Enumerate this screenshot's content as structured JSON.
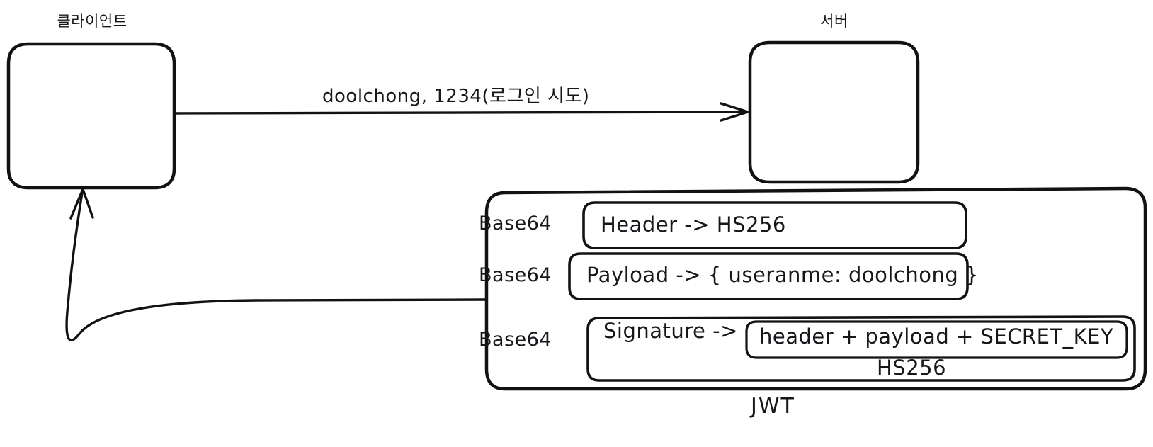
{
  "diagram": {
    "caption": "JWT",
    "nodes": {
      "client": {
        "title": "클라이언트"
      },
      "server": {
        "title": "서버"
      }
    },
    "edges": {
      "login_request": {
        "label": "doolchong, 1234(로그인 시도)"
      },
      "token_response": {
        "label": ""
      }
    },
    "token_panel": {
      "rows": [
        {
          "encoding": "Base64",
          "segment": "Header -> HS256"
        },
        {
          "encoding": "Base64",
          "segment": "Payload -> { useranme: doolchong }"
        },
        {
          "encoding": "Base64",
          "segment": "Signature ->",
          "nested": "header + payload + SECRET_KEY",
          "algorithm": "HS256"
        }
      ]
    }
  },
  "colors": {
    "ink": "#111214",
    "background": "#ffffff"
  }
}
